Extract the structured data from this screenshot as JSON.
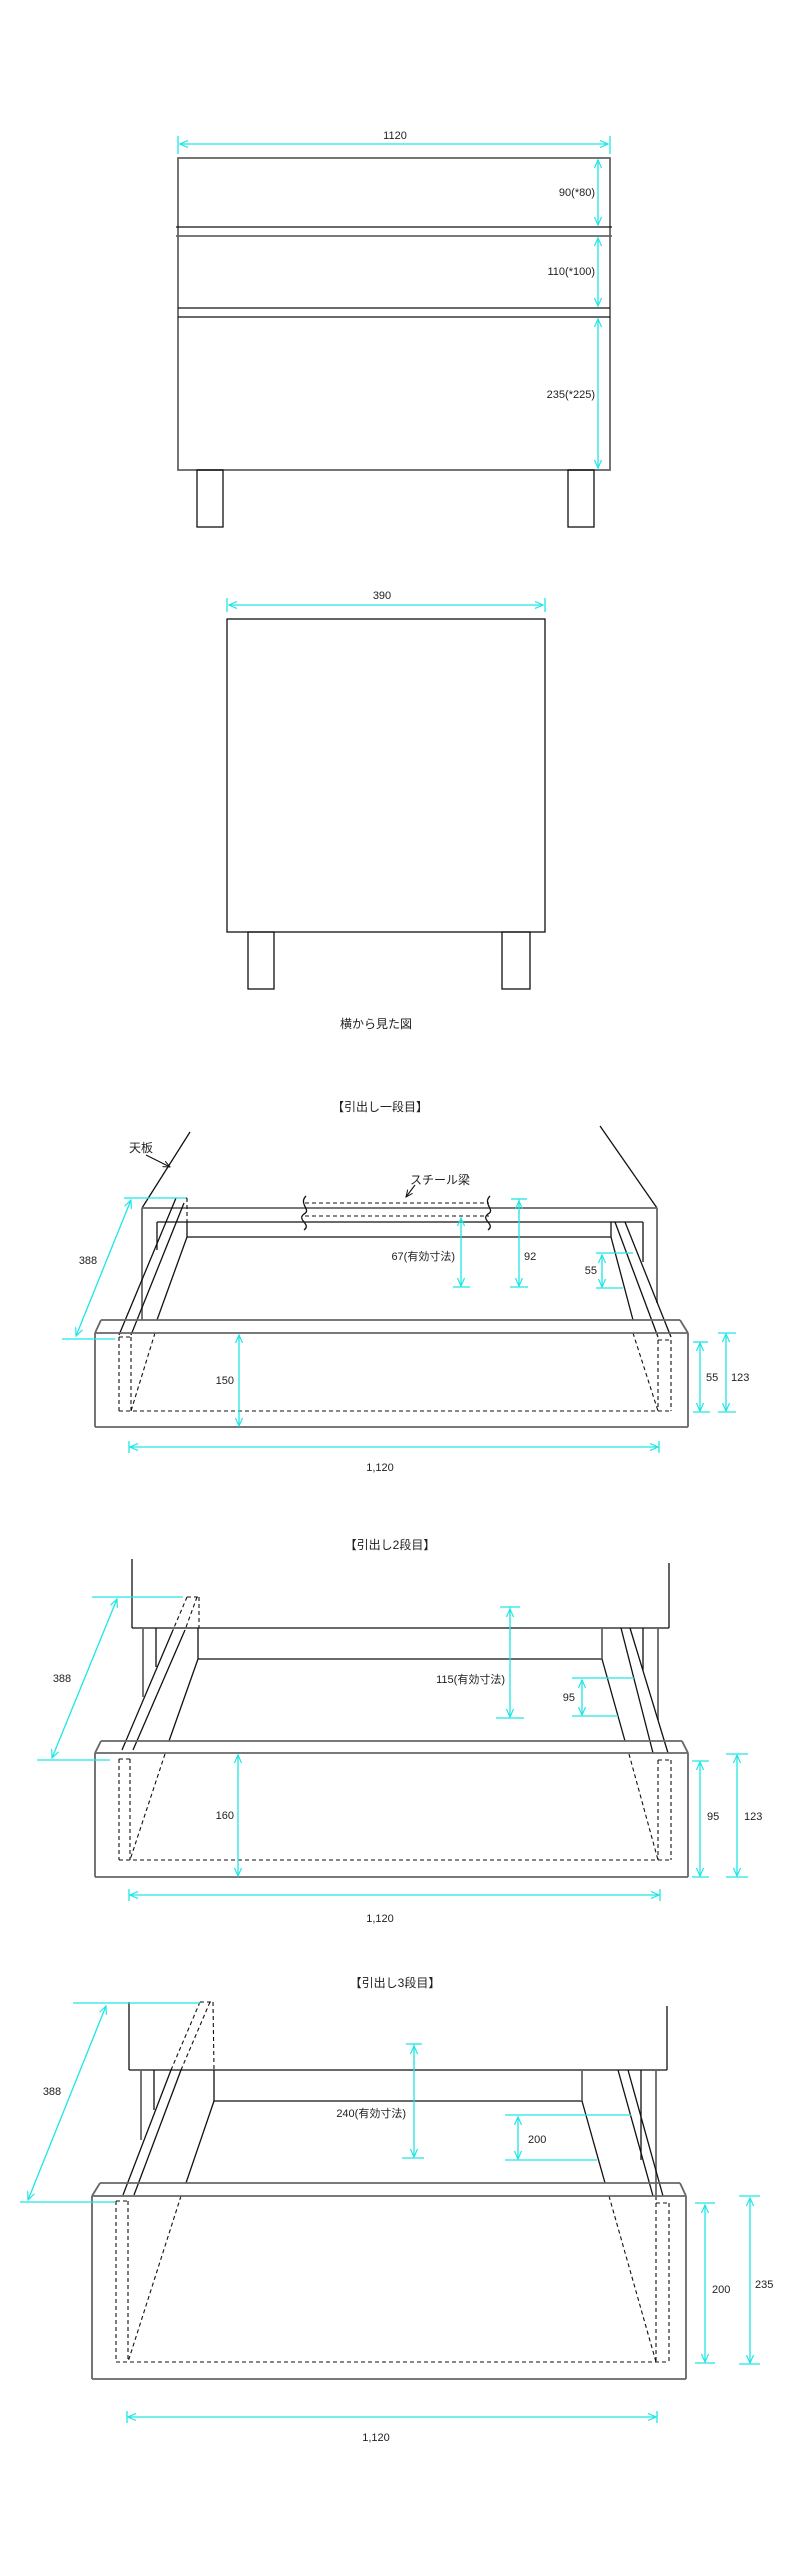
{
  "front_view": {
    "width_dim": "1120",
    "drawer_heights": [
      "90(*80)",
      "110(*100)",
      "235(*225)"
    ]
  },
  "side_view": {
    "depth_dim": "390",
    "caption": "横から見た図"
  },
  "drawer1": {
    "title": "【引出し一段目】",
    "top_board_label": "天板",
    "steel_beam_label": "スチール梁",
    "slide_length": "388",
    "effective_height": "67(有効寸法)",
    "clearance": "92",
    "rail_gap": "55",
    "inner_height": "150",
    "front_inner": "55",
    "front_height": "123",
    "width": "1,120"
  },
  "drawer2": {
    "title": "【引出し2段目】",
    "slide_length": "388",
    "effective_height": "115(有効寸法)",
    "rail_gap": "95",
    "inner_height": "160",
    "front_inner": "95",
    "front_height": "123",
    "width": "1,120"
  },
  "drawer3": {
    "title": "【引出し3段目】",
    "slide_length": "388",
    "effective_height": "240(有効寸法)",
    "rail_gap": "200",
    "front_inner": "200",
    "front_height": "235",
    "width": "1,120"
  },
  "colors": {
    "dimension": "#1fe6e6",
    "line": "#111111"
  }
}
